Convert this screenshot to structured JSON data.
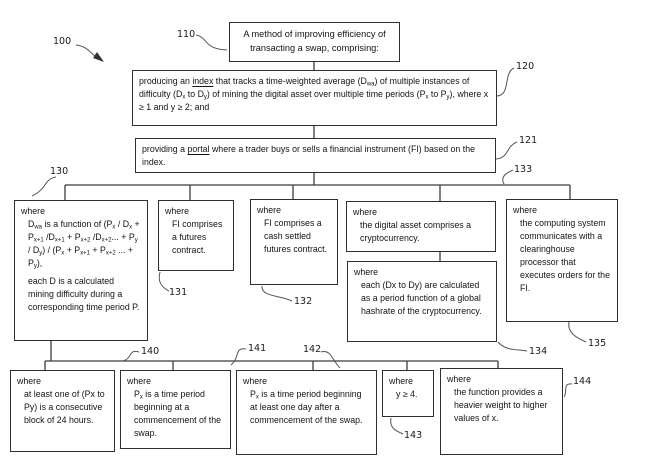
{
  "refs": {
    "r100": "100",
    "r110": "110",
    "r120": "120",
    "r121": "121",
    "r130": "130",
    "r131": "131",
    "r132": "132",
    "r133": "133",
    "r134": "134",
    "r135": "135",
    "r140": "140",
    "r141": "141",
    "r142": "142",
    "r143": "143",
    "r144": "144"
  },
  "boxes": {
    "b110": {
      "text": "A method of improving efficiency of transacting a swap, comprising:"
    },
    "b120": {
      "text": "producing an __index__ that tracks a time-weighted average (D~wa~) of multiple instances of difficulty (D~x~ to D~y~) of mining the digital asset over multiple time periods (P~x~ to P~y~), where x ≥ 1 and y ≥ 2; and"
    },
    "b121": {
      "text": "providing a __portal__ where a trader buys or sells a financial instrument (FI) based on the index."
    },
    "b130": {
      "where": "where",
      "para1": "D~wa~ is a function of (P~x~ / D~x~ + P~x+1~ /D~x+1~ + P~x+2~ /D~x+2~... + P~y~ / D~y~) / (P~x~ + P~x+1~ + P~x+2~ ... + P~y~),",
      "para2": "each D is a calculated mining difficulty during a corresponding time period P."
    },
    "b131": {
      "where": "where",
      "body": "FI comprises a futures contract."
    },
    "b132": {
      "where": "where",
      "body": "FI comprises a cash settled futures contract."
    },
    "b133": {
      "where": "where",
      "body": "the digital asset comprises a cryptocurrency."
    },
    "b134": {
      "where": "where",
      "body": "each (Dx to Dy) are calculated as a period function of a global hashrate of the cryptocurrency."
    },
    "b135": {
      "where": "where",
      "body": "the computing system communicates with a clearinghouse processor that executes orders for the FI."
    },
    "b140": {
      "where": "where",
      "body": "at least one of (Px to Py) is a consecutive block of 24 hours."
    },
    "b141": {
      "where": "where",
      "body": "P~x~ is a time period beginning at a commencement of the swap."
    },
    "b142": {
      "where": "where",
      "body": "P~x~ is a time period beginning at least one day after a commencement of the swap."
    },
    "b143": {
      "where": "where",
      "body": "y ≥ 4."
    },
    "b144": {
      "where": "where",
      "body": "the function provides a heavier weight to higher values of x."
    }
  }
}
